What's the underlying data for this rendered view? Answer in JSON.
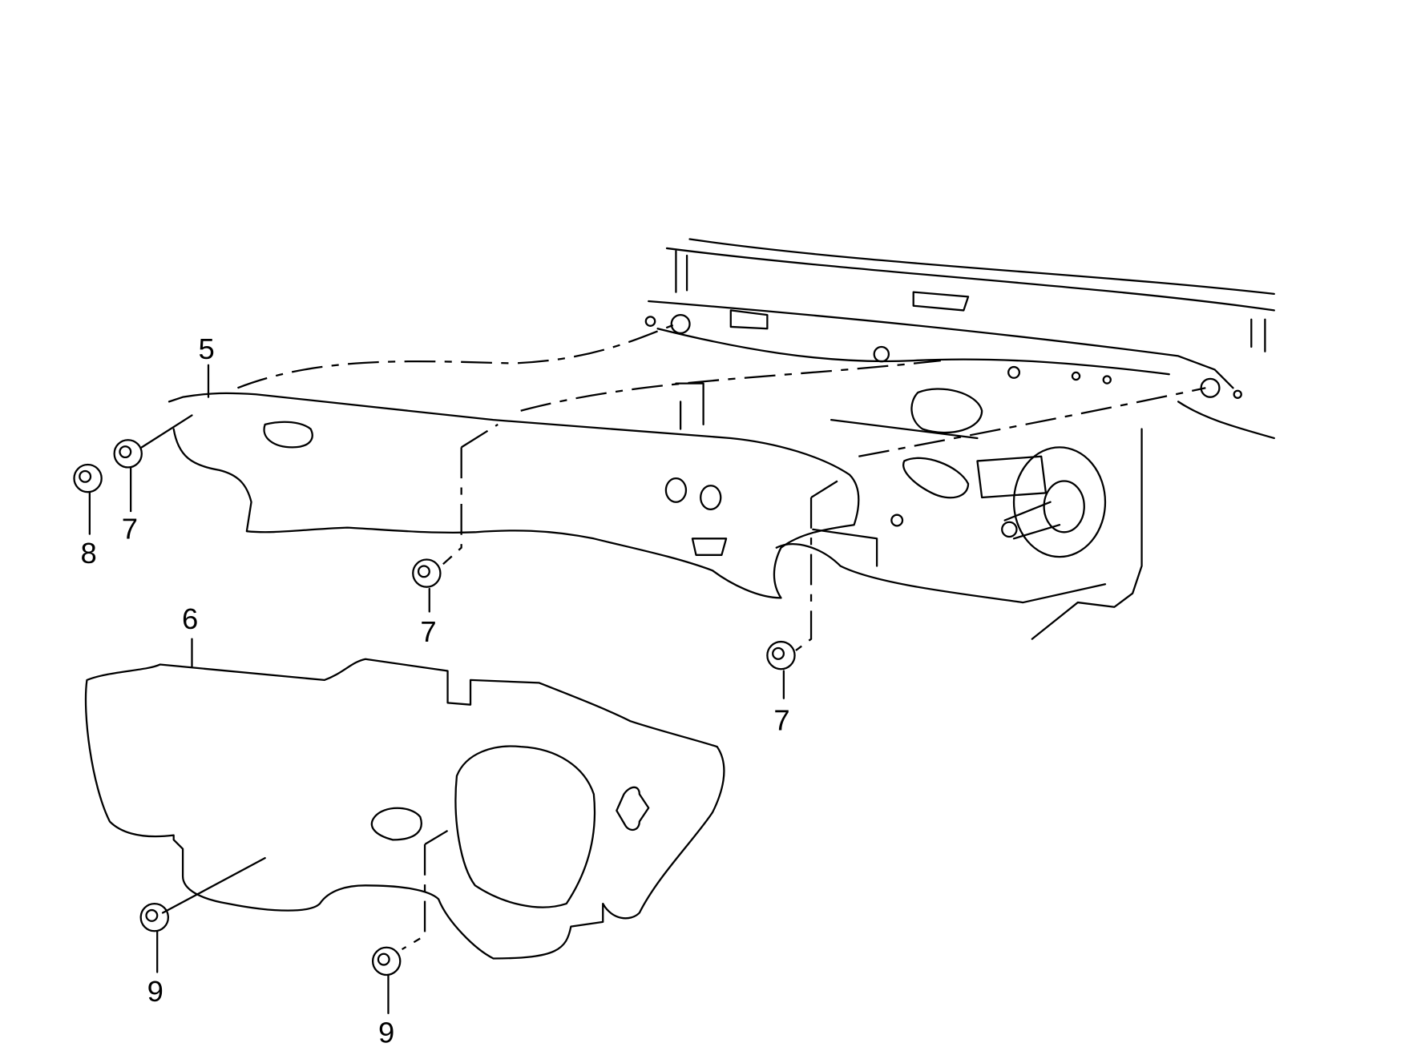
{
  "diagram": {
    "callouts": {
      "part5": "5",
      "part6": "6",
      "nut7_a": "7",
      "nut8": "8",
      "nut7_b": "7",
      "nut7_c": "7",
      "nut9_a": "9",
      "nut9_b": "9"
    }
  }
}
